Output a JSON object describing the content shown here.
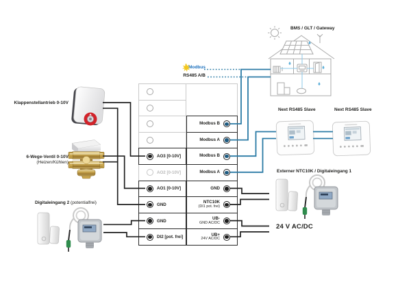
{
  "labels": {
    "bms": "BMS / GLT / Gateway",
    "modbus_logo": "Modbus",
    "rs485": "RS485 A/B",
    "klappen": "Klappenstellantrieb 0-10V",
    "ventil_line1": "6-Wege-Ventil 0-10V",
    "ventil_line2": "(Heizen/Kühlen)",
    "digitaleingang2_bold": "Digitaleingang 2",
    "digitaleingang2_norm": " (potentialfrei)",
    "next_slave_1": "Next RS485 Slave",
    "next_slave_2": "Next RS485 Slave",
    "externer": "Externer NTC10K / Digitaleingang 1",
    "power": "24 V AC/DC"
  },
  "terminal_block": {
    "rows": [
      {
        "left": {
          "label": "",
          "state": "empty"
        },
        "right": {
          "label": "",
          "sub": "",
          "type": "none"
        }
      },
      {
        "left": {
          "label": "",
          "state": "empty"
        },
        "right": {
          "label": "",
          "sub": "",
          "type": "none"
        }
      },
      {
        "left": {
          "label": "",
          "state": "empty"
        },
        "right": {
          "label": "Modbus B",
          "sub": "",
          "type": "modbus"
        }
      },
      {
        "left": {
          "label": "",
          "state": "empty"
        },
        "right": {
          "label": "Modbus A",
          "sub": "",
          "type": "modbus"
        }
      },
      {
        "left": {
          "label": "AO3 [0-10V]",
          "state": "active"
        },
        "right": {
          "label": "Modbus B",
          "sub": "",
          "type": "modbus"
        }
      },
      {
        "left": {
          "label": "AO2 [0-10V]",
          "state": "inactive"
        },
        "right": {
          "label": "Modbus A",
          "sub": "",
          "type": "modbus"
        }
      },
      {
        "left": {
          "label": "AO1 [0-10V]",
          "state": "active"
        },
        "right": {
          "label": "GND",
          "sub": "",
          "type": "plain"
        }
      },
      {
        "left": {
          "label": "GND",
          "state": "active"
        },
        "right": {
          "label": "NTC10K",
          "sub": "(DI1 pot. frei)",
          "type": "plain"
        }
      },
      {
        "left": {
          "label": "GND",
          "state": "active"
        },
        "right": {
          "label": "UB-",
          "sub": "GND AC/DC",
          "type": "plain"
        }
      },
      {
        "left": {
          "label": "DI2 [pot. frei]",
          "state": "active"
        },
        "right": {
          "label": "UB+",
          "sub": "24V AC/DC",
          "type": "plain"
        }
      }
    ]
  },
  "colors": {
    "wire_black": "#1f1f1f",
    "modbus_blue": "#2a7aa5",
    "terminal_dot_blue": "#1d5a80",
    "modbus_logo_blue": "#1a6fbe",
    "star_yellow": "#f3c71d",
    "dial_red": "#d2232a"
  }
}
